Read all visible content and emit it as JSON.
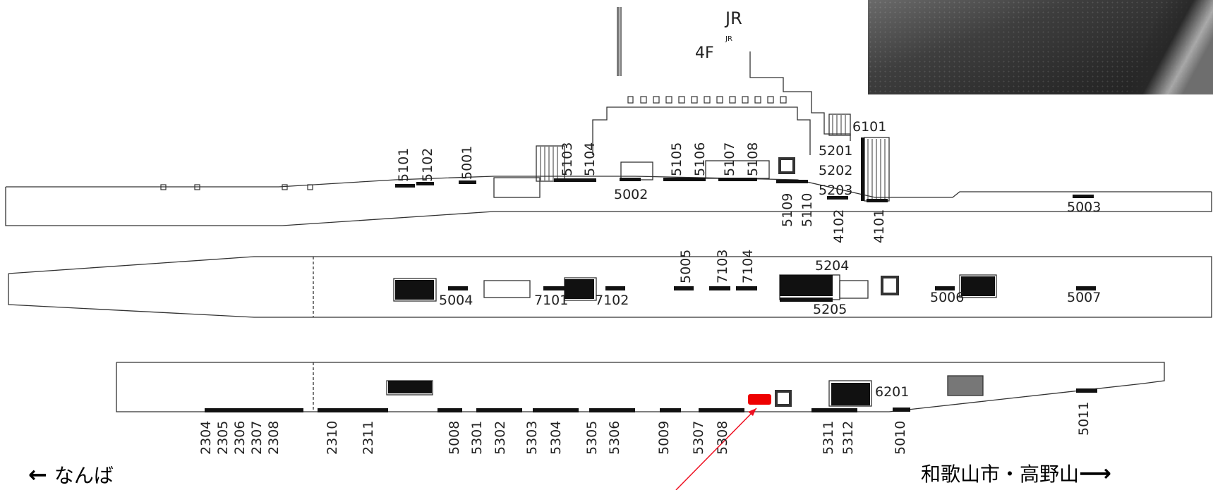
{
  "header": {
    "line_mark": "JR",
    "floor": "4F",
    "small_mark": "JR"
  },
  "directions": {
    "left": {
      "arrow": "←",
      "label": "なんば"
    },
    "right": {
      "label": "和歌山市・高野山",
      "arrow": "⟶"
    }
  },
  "marker": {
    "color": "#ee0000",
    "description_none": ""
  },
  "photo": {
    "kind": "platform-floor-photo"
  },
  "labels": {
    "platform1_top": [
      "5101",
      "5102",
      "5001",
      "5103",
      "5104",
      "5105",
      "5106",
      "5107",
      "5108"
    ],
    "platform1_horizontal": [
      "6101",
      "5201",
      "5202",
      "5203",
      "5002",
      "5003"
    ],
    "platform1_bottom": [
      "5109",
      "5110",
      "4102",
      "4101"
    ],
    "platform2_top": [
      "5005",
      "7103",
      "7104"
    ],
    "platform2_horizontal": [
      "5204",
      "5205",
      "5004",
      "7101",
      "7102",
      "5006",
      "5007"
    ],
    "platform3_bottom": [
      "2304",
      "2305",
      "2306",
      "2307",
      "2308",
      "2310",
      "2311",
      "5008",
      "5301",
      "5302",
      "5303",
      "5304",
      "5305",
      "5306",
      "5009",
      "5307",
      "5308",
      "5311",
      "5312",
      "5010",
      "5011"
    ],
    "platform3_horizontal": [
      "6201"
    ]
  }
}
